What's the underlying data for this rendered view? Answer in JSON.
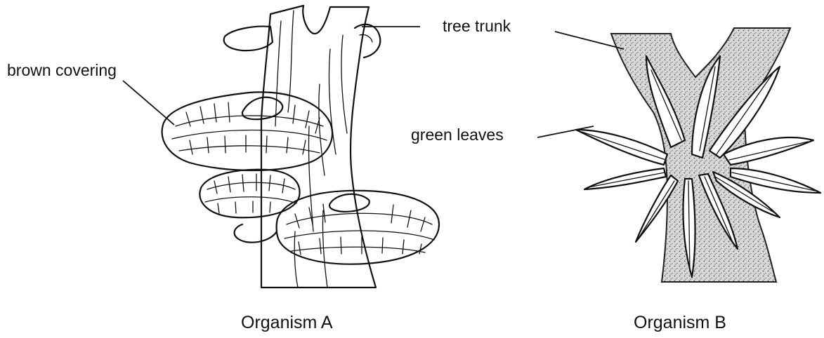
{
  "labels": {
    "brown_covering": "brown covering",
    "tree_trunk": "tree trunk",
    "green_leaves": "green leaves"
  },
  "captions": {
    "organism_a": "Organism A",
    "organism_b": "Organism B"
  }
}
